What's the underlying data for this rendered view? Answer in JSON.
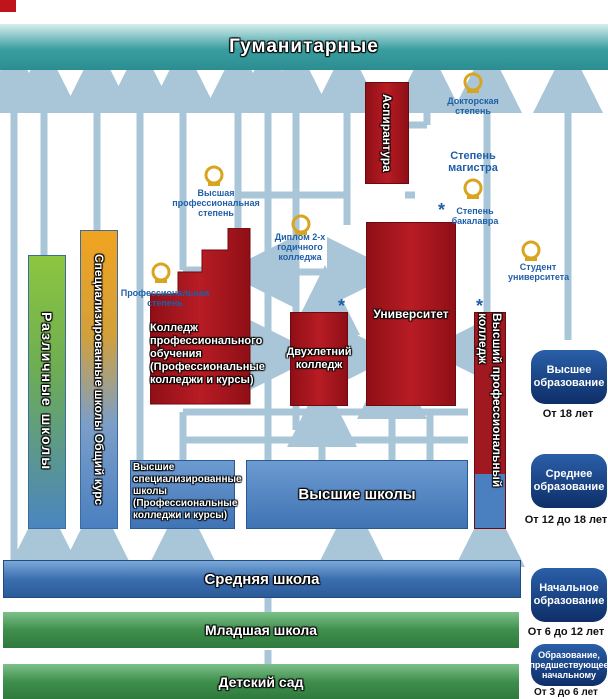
{
  "header": {
    "title": "Гуманитарные"
  },
  "stages": {
    "kindergarten": "Детский сад",
    "elementary": "Младшая школа",
    "middle": "Средняя школа",
    "high": "Высшие школы"
  },
  "schools": {
    "various": "Различные школы",
    "specialized": "Специализированные школы Общий курс",
    "higher_specialized": "Высшие специализированные школы (Профессиональные колледжи и курсы)",
    "prof_college": "Колледж профессионального обучения (Профессиональные колледжи и курсы)",
    "two_year": "Двухлетний колледж",
    "university": "Университет",
    "graduate": "Аспирантура",
    "higher_prof_college": "Высший профессиональный колледж"
  },
  "degrees": {
    "doctor": "Докторская степень",
    "master": "Степень магистра",
    "bachelor": "Степень бакалавра",
    "high_prof": "Высшая профессиональная степень",
    "prof": "Профессиональная степень",
    "diploma2": "Диплом 2-х годичного колледжа",
    "student": "Студент университета"
  },
  "legend": [
    {
      "label": "Высшее образование",
      "age": "От 18 лет"
    },
    {
      "label": "Среднее образование",
      "age": "От 12 до 18 лет"
    },
    {
      "label": "Начальное образование",
      "age": "От 6 до 12 лет"
    },
    {
      "label": "Образование, предшествующее начальному",
      "age": "От 3 до 6 лет"
    }
  ],
  "colors": {
    "accent_red": "#b81c24",
    "accent_blue": "#3b6fb0",
    "accent_green": "#3f8f4d",
    "accent_teal": "#3a9ea0"
  }
}
